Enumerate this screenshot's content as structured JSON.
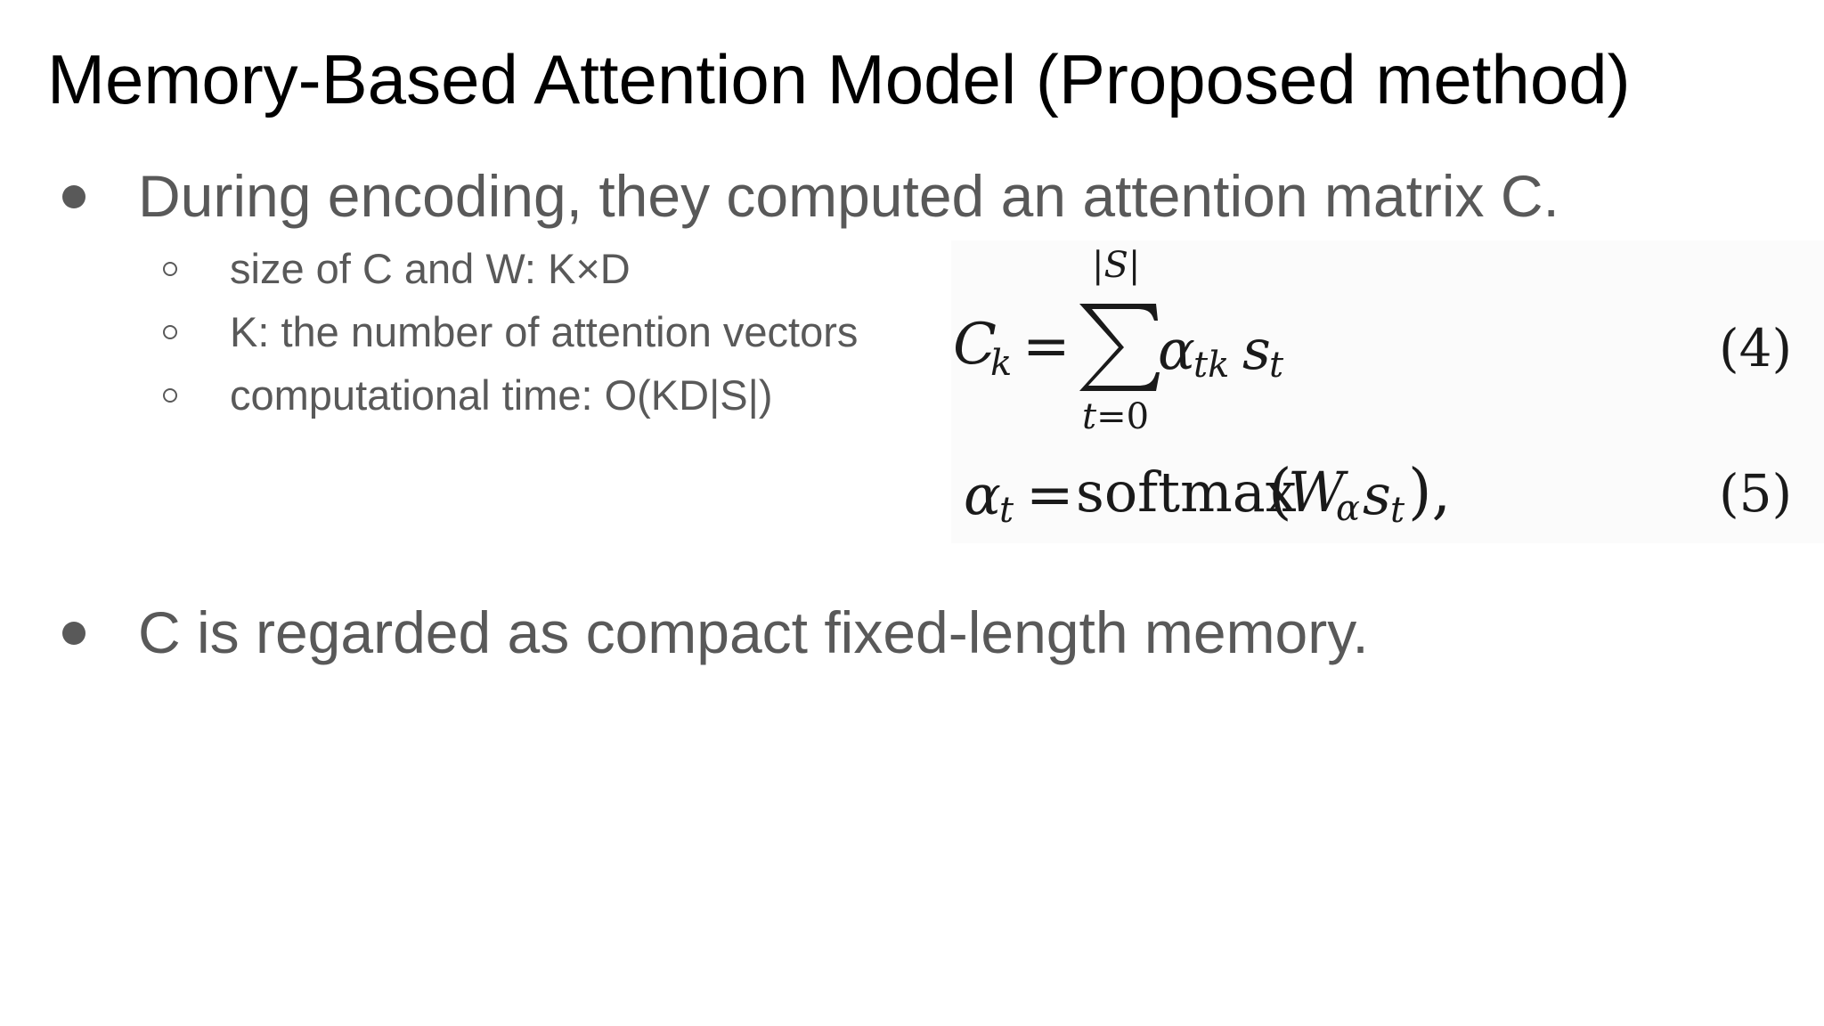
{
  "slide": {
    "title": "Memory-Based Attention Model (Proposed method)",
    "bullets": [
      {
        "text": "During encoding, they computed an attention matrix C.",
        "sub_bullets": [
          "size of C and W: K×D",
          "K: the number of attention vectors",
          "computational time: O(KD|S|)"
        ]
      },
      {
        "text": "C is regarded as compact fixed-length memory."
      }
    ]
  },
  "equations": {
    "eq4": {
      "lhs": "C",
      "lhs_sub": "k",
      "equals": "=",
      "sum_upper": "|S|",
      "sum_lower": "t=0",
      "alpha": "α",
      "alpha_sub": "tk",
      "s": "s",
      "s_sub": "t",
      "number": "(4)"
    },
    "eq5": {
      "lhs": "α",
      "lhs_sub": "t",
      "equals": "=",
      "func": "softmax",
      "open": "(",
      "W": "W",
      "W_sub": "α",
      "s": "s",
      "s_sub": "t",
      "close": "),",
      "number": "(5)"
    }
  },
  "colors": {
    "title": "#000000",
    "body_text": "#595959",
    "math": "#1a1a1a",
    "background": "#ffffff"
  }
}
